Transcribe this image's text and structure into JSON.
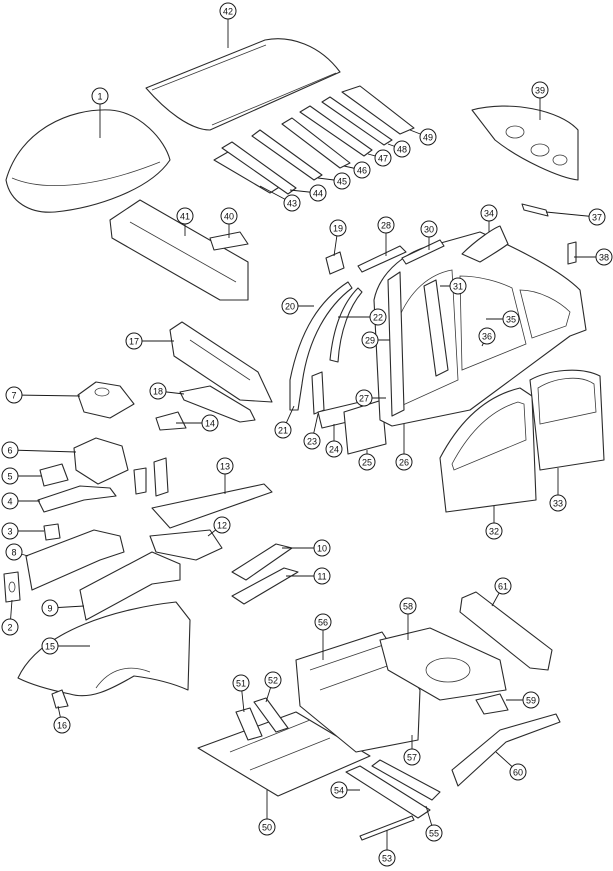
{
  "callouts": [
    {
      "num": "1"
    },
    {
      "num": "2"
    },
    {
      "num": "3"
    },
    {
      "num": "4"
    },
    {
      "num": "5"
    },
    {
      "num": "6"
    },
    {
      "num": "7"
    },
    {
      "num": "8"
    },
    {
      "num": "9"
    },
    {
      "num": "10"
    },
    {
      "num": "11"
    },
    {
      "num": "12"
    },
    {
      "num": "13"
    },
    {
      "num": "14"
    },
    {
      "num": "15"
    },
    {
      "num": "16"
    },
    {
      "num": "17"
    },
    {
      "num": "18"
    },
    {
      "num": "19"
    },
    {
      "num": "20"
    },
    {
      "num": "21"
    },
    {
      "num": "22"
    },
    {
      "num": "23"
    },
    {
      "num": "24"
    },
    {
      "num": "25"
    },
    {
      "num": "26"
    },
    {
      "num": "27"
    },
    {
      "num": "28"
    },
    {
      "num": "29"
    },
    {
      "num": "30"
    },
    {
      "num": "31"
    },
    {
      "num": "32"
    },
    {
      "num": "33"
    },
    {
      "num": "34"
    },
    {
      "num": "35"
    },
    {
      "num": "36"
    },
    {
      "num": "37"
    },
    {
      "num": "38"
    },
    {
      "num": "39"
    },
    {
      "num": "40"
    },
    {
      "num": "41"
    },
    {
      "num": "42"
    },
    {
      "num": "43"
    },
    {
      "num": "44"
    },
    {
      "num": "45"
    },
    {
      "num": "46"
    },
    {
      "num": "47"
    },
    {
      "num": "48"
    },
    {
      "num": "49"
    },
    {
      "num": "50"
    },
    {
      "num": "51"
    },
    {
      "num": "52"
    },
    {
      "num": "53"
    },
    {
      "num": "54"
    },
    {
      "num": "55"
    },
    {
      "num": "56"
    },
    {
      "num": "57"
    },
    {
      "num": "58"
    },
    {
      "num": "59"
    },
    {
      "num": "60"
    },
    {
      "num": "61"
    }
  ],
  "colors": {
    "line": "#2b2b2b",
    "background": "#ffffff"
  }
}
